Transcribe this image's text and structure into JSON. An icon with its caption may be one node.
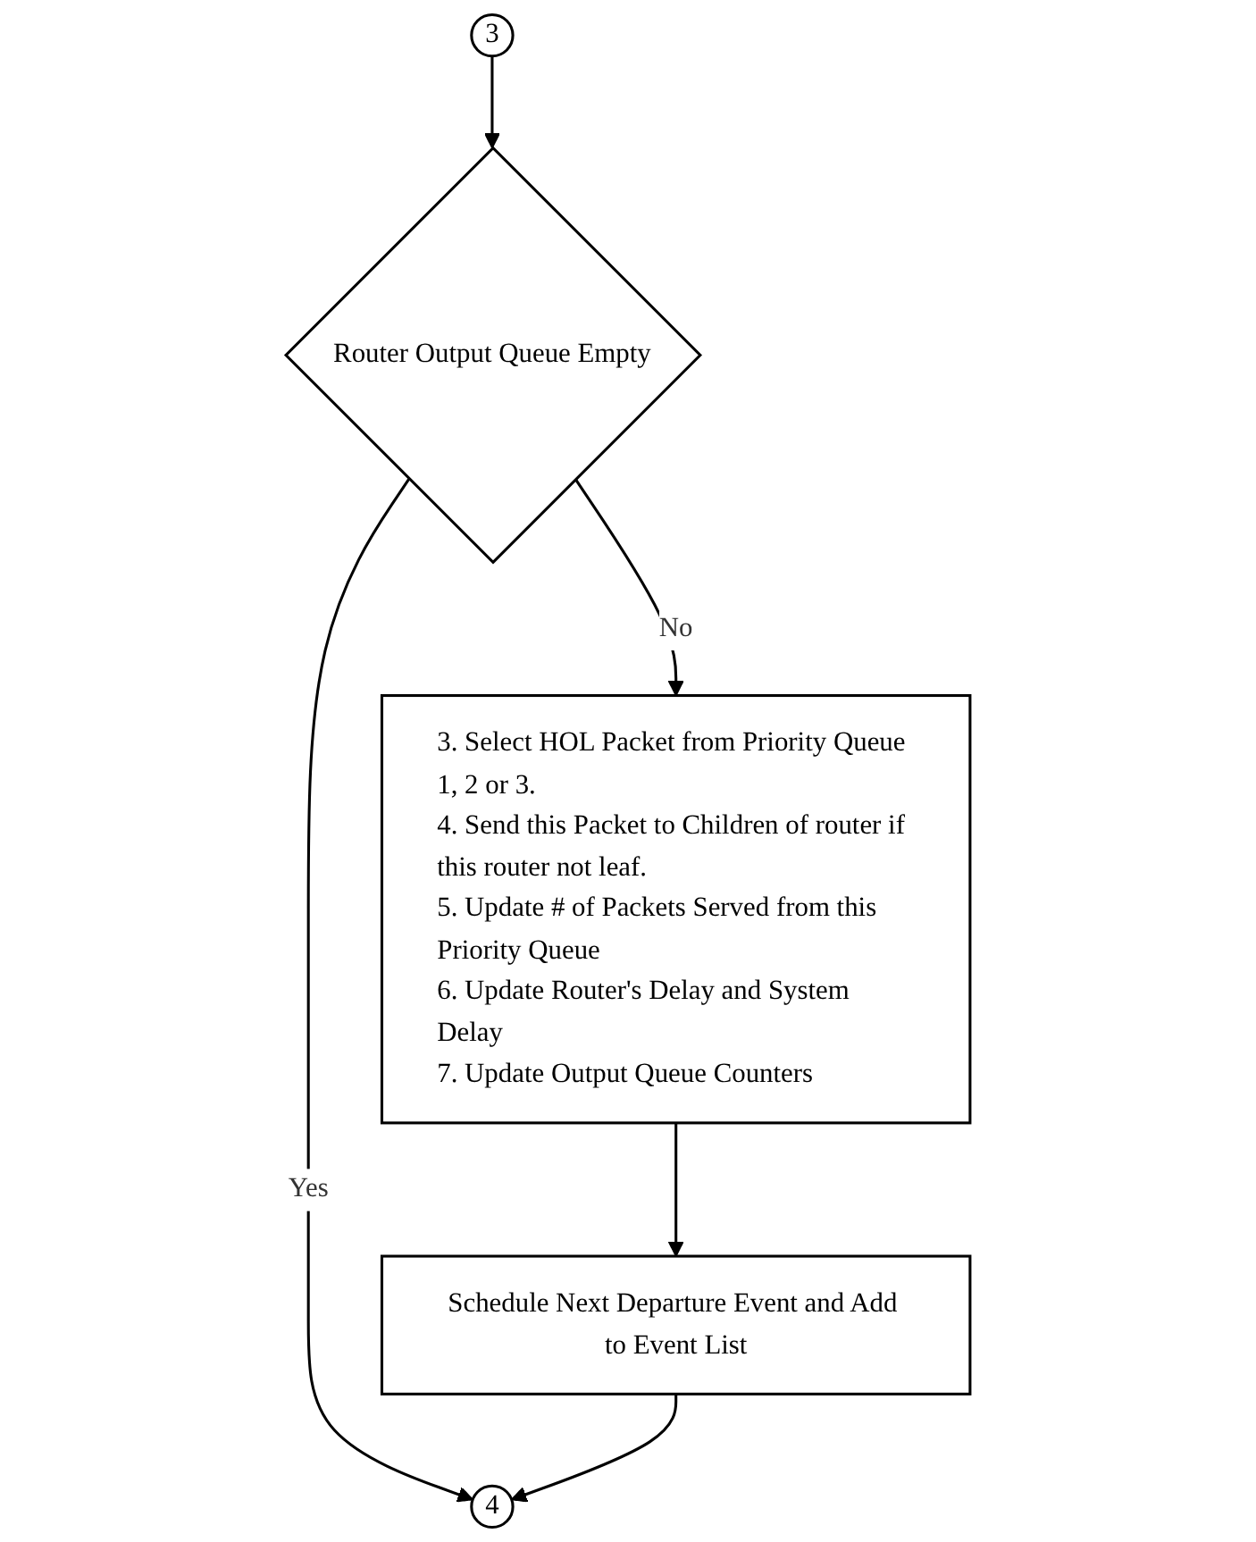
{
  "diagram": {
    "nodes": [
      {
        "text": [
          "3"
        ]
      },
      {
        "text": [
          "Router Output Queue Empty"
        ]
      },
      {
        "text": [
          "4"
        ]
      },
      {
        "text": [
          "3. Select HOL Packet from Priority Queue 1, 2 or 3.",
          "4. Send this Packet to Children of router if this router not leaf.",
          "5. Update # of Packets Served from this Priority Queue",
          "6. Update Router's Delay and System Delay",
          "7. Update Output Queue Counters"
        ]
      },
      {
        "text": [
          "Schedule Next Departure Event and Add to Event List"
        ]
      }
    ],
    "edges": [
      {
        "from": 0,
        "to": 1,
        "arrow": "to"
      },
      {
        "from": 1,
        "to": 2,
        "arrow": "to",
        "label": "Yes"
      },
      {
        "from": 1,
        "to": 3,
        "arrow": "to",
        "label": "No"
      },
      {
        "from": 3,
        "to": 4,
        "arrow": "to"
      },
      {
        "from": 4,
        "to": 2,
        "arrow": "to"
      }
    ]
  }
}
